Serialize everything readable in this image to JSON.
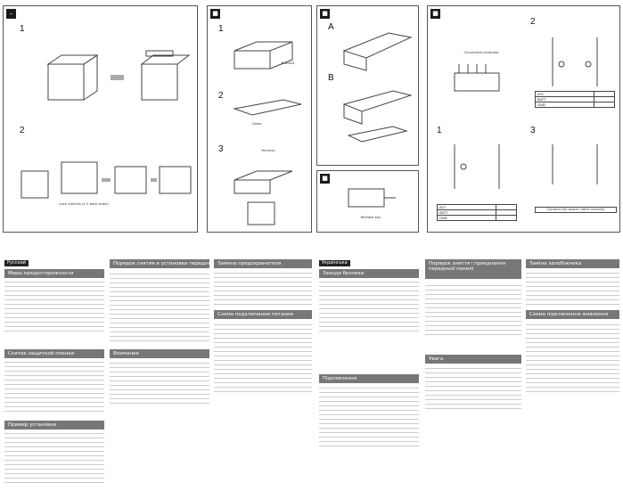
{
  "page": {
    "background": "#ffffff",
    "accent": "#777777"
  },
  "panels": {
    "p1": {
      "badge": "–",
      "step1": "1",
      "step2": "2",
      "caption": "Lock catches (x 2 both sides)"
    },
    "p2": {
      "badge": "■",
      "step1": "1",
      "step2": "2",
      "step3": "3",
      "caption1": "Bracket",
      "caption2": "Claws",
      "caption3": "Harness"
    },
    "p3": {
      "badge": "■",
      "labelA": "A",
      "labelB": "B"
    },
    "p4": {
      "badge": "■",
      "caption": "Release key"
    },
    "p5": {
      "badge": "■",
      "step1": "1",
      "step2": "2",
      "step3": "3",
      "cap_top": "Connection example",
      "table_rows": [
        "ACC",
        "BATT",
        "GND"
      ],
      "note": "Connect the power cable correctly"
    }
  },
  "languages": {
    "left": "Русский",
    "right": "Українська"
  },
  "sections": {
    "col1": [
      "Меры предосторожности",
      "Снятие защитной пленки",
      "Пример установки"
    ],
    "col2": [
      "Порядок снятия и установки передней панели",
      "Внимание"
    ],
    "col3": [
      "Замена предохранителя",
      "Схема подключения питания"
    ],
    "col4": [
      "Заходи безпеки",
      "Підключення"
    ],
    "col5": [
      "Порядок зняття і приєднання передньої панелі",
      "Увага"
    ],
    "col6": [
      "Заміна запобіжника",
      "Схема підключення живлення"
    ]
  }
}
